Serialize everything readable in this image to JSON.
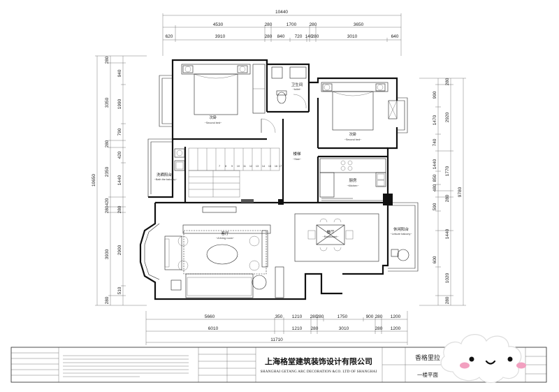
{
  "dimensions": {
    "top_total": "10440",
    "top_row1": [
      "4530",
      "280",
      "1700",
      "280",
      "3650"
    ],
    "top_row2": [
      "620",
      "3910",
      "280",
      "840",
      "720",
      "140",
      "280",
      "3010",
      "640"
    ],
    "bottom_row1": [
      "5660",
      "350",
      "1210",
      "280",
      "280",
      "1750",
      "900",
      "280",
      "1200"
    ],
    "bottom_row2": [
      "6010",
      "1210",
      "280",
      "3010",
      "280",
      "1200"
    ],
    "bottom_total": "11710",
    "left_total": "10650",
    "left_row1": [
      "280",
      "3350",
      "280",
      "2350",
      "420",
      "280",
      "3930",
      "280"
    ],
    "left_row2": [
      "940",
      "1990",
      "790",
      "420",
      "1440",
      "280",
      "2900",
      "510"
    ],
    "right_total": "9780",
    "right_row1": [
      "280",
      "2920",
      "1770",
      "280",
      "1440",
      "1020",
      "280"
    ],
    "right_row2": [
      "990",
      "1470",
      "740",
      "1440",
      "850",
      "480",
      "590",
      "600"
    ]
  },
  "rooms": [
    {
      "cn": "次卧",
      "en": "~Second bed~"
    },
    {
      "cn": "卫生间",
      "en": "~toilet~"
    },
    {
      "cn": "次卧",
      "en": "~Second bed~"
    },
    {
      "cn": "楼梯",
      "en": "~Stair~"
    },
    {
      "cn": "厨房",
      "en": "~Kitchen~"
    },
    {
      "cn": "洗晒阳台",
      "en": "~Bath the balcony~"
    },
    {
      "cn": "客厅",
      "en": "~A living room~"
    },
    {
      "cn": "餐厅",
      "en": "~Restaurant~"
    },
    {
      "cn": "休闲阳台",
      "en": "~Leisure balcony~"
    }
  ],
  "stair_numbers": [
    "7",
    "8",
    "9",
    "10",
    "11",
    "12",
    "13",
    "14",
    "15",
    "16",
    "17"
  ],
  "title_block": {
    "company_cn": "上海格堂建筑装饰设计有限公司",
    "company_en": "SHANGHAI GETANG ARC DECORATION  &CO. LTD OF SHANGHAI",
    "project": "香格里拉",
    "sheet": "一楼平面"
  },
  "colors": {
    "line": "#111111",
    "border": "#222222",
    "blush": "#f2a0c0"
  }
}
